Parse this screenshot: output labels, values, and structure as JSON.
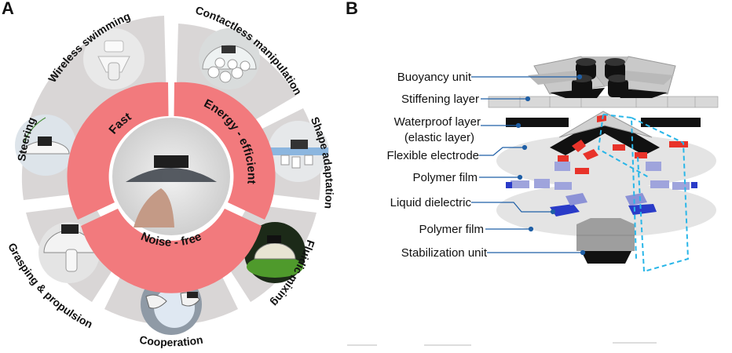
{
  "panel_a": {
    "letter": "A",
    "segments": [
      {
        "label": "Wireless swimming"
      },
      {
        "label": "Contactless manipulation"
      },
      {
        "label": "Shape adaptation"
      },
      {
        "label": "Fluidic mixing"
      },
      {
        "label": "Cooperation"
      },
      {
        "label": "Grasping & propulsion"
      },
      {
        "label": "Steering"
      }
    ],
    "ring_labels": {
      "fast": "Fast",
      "energy": "Energy - efficient",
      "noise": "Noise - free"
    }
  },
  "panel_b": {
    "letter": "B",
    "layers": [
      {
        "label": "Buoyancy unit"
      },
      {
        "label": "Stiffening layer"
      },
      {
        "label": "Waterproof layer"
      },
      {
        "label": "(elastic layer)"
      },
      {
        "label": "Flexible electrode"
      },
      {
        "label": "Polymer film"
      },
      {
        "label": "Liquid dielectric"
      },
      {
        "label": "Polymer film"
      },
      {
        "label": "Stabilization unit"
      }
    ]
  },
  "colors": {
    "segment_gray": "#d9d6d6",
    "ring_red": "#f27a7d",
    "leader_blue": "#1f5fa6",
    "dash_cyan": "#29b6e8",
    "electrode_red": "#e8332a",
    "dielectric_blue": "#2a3bc8"
  }
}
